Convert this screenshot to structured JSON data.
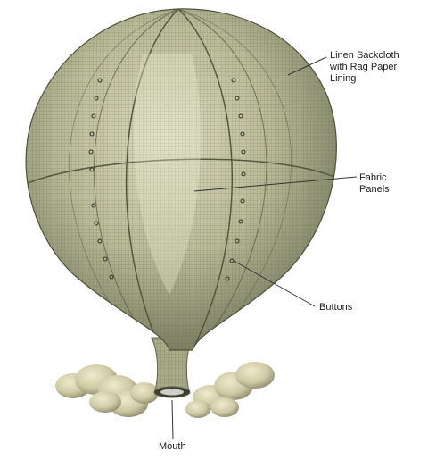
{
  "labels": {
    "linen": {
      "line1": "Linen Sackcloth",
      "line2": "with Rag Paper",
      "line3": "Lining"
    },
    "fabric": {
      "line1": "Fabric",
      "line2": "Panels"
    },
    "buttons": "Buttons",
    "mouth": "Mouth"
  },
  "colors": {
    "envelope_base": "#b7b896",
    "envelope_light": "#d9d9bc",
    "envelope_shadow": "#6f7258",
    "mesh": "#5b5e47",
    "smoke": "#cfc9a4",
    "leader_line": "#333333"
  },
  "icons": [
    "balloon-illustration",
    "smoke-cloud"
  ]
}
